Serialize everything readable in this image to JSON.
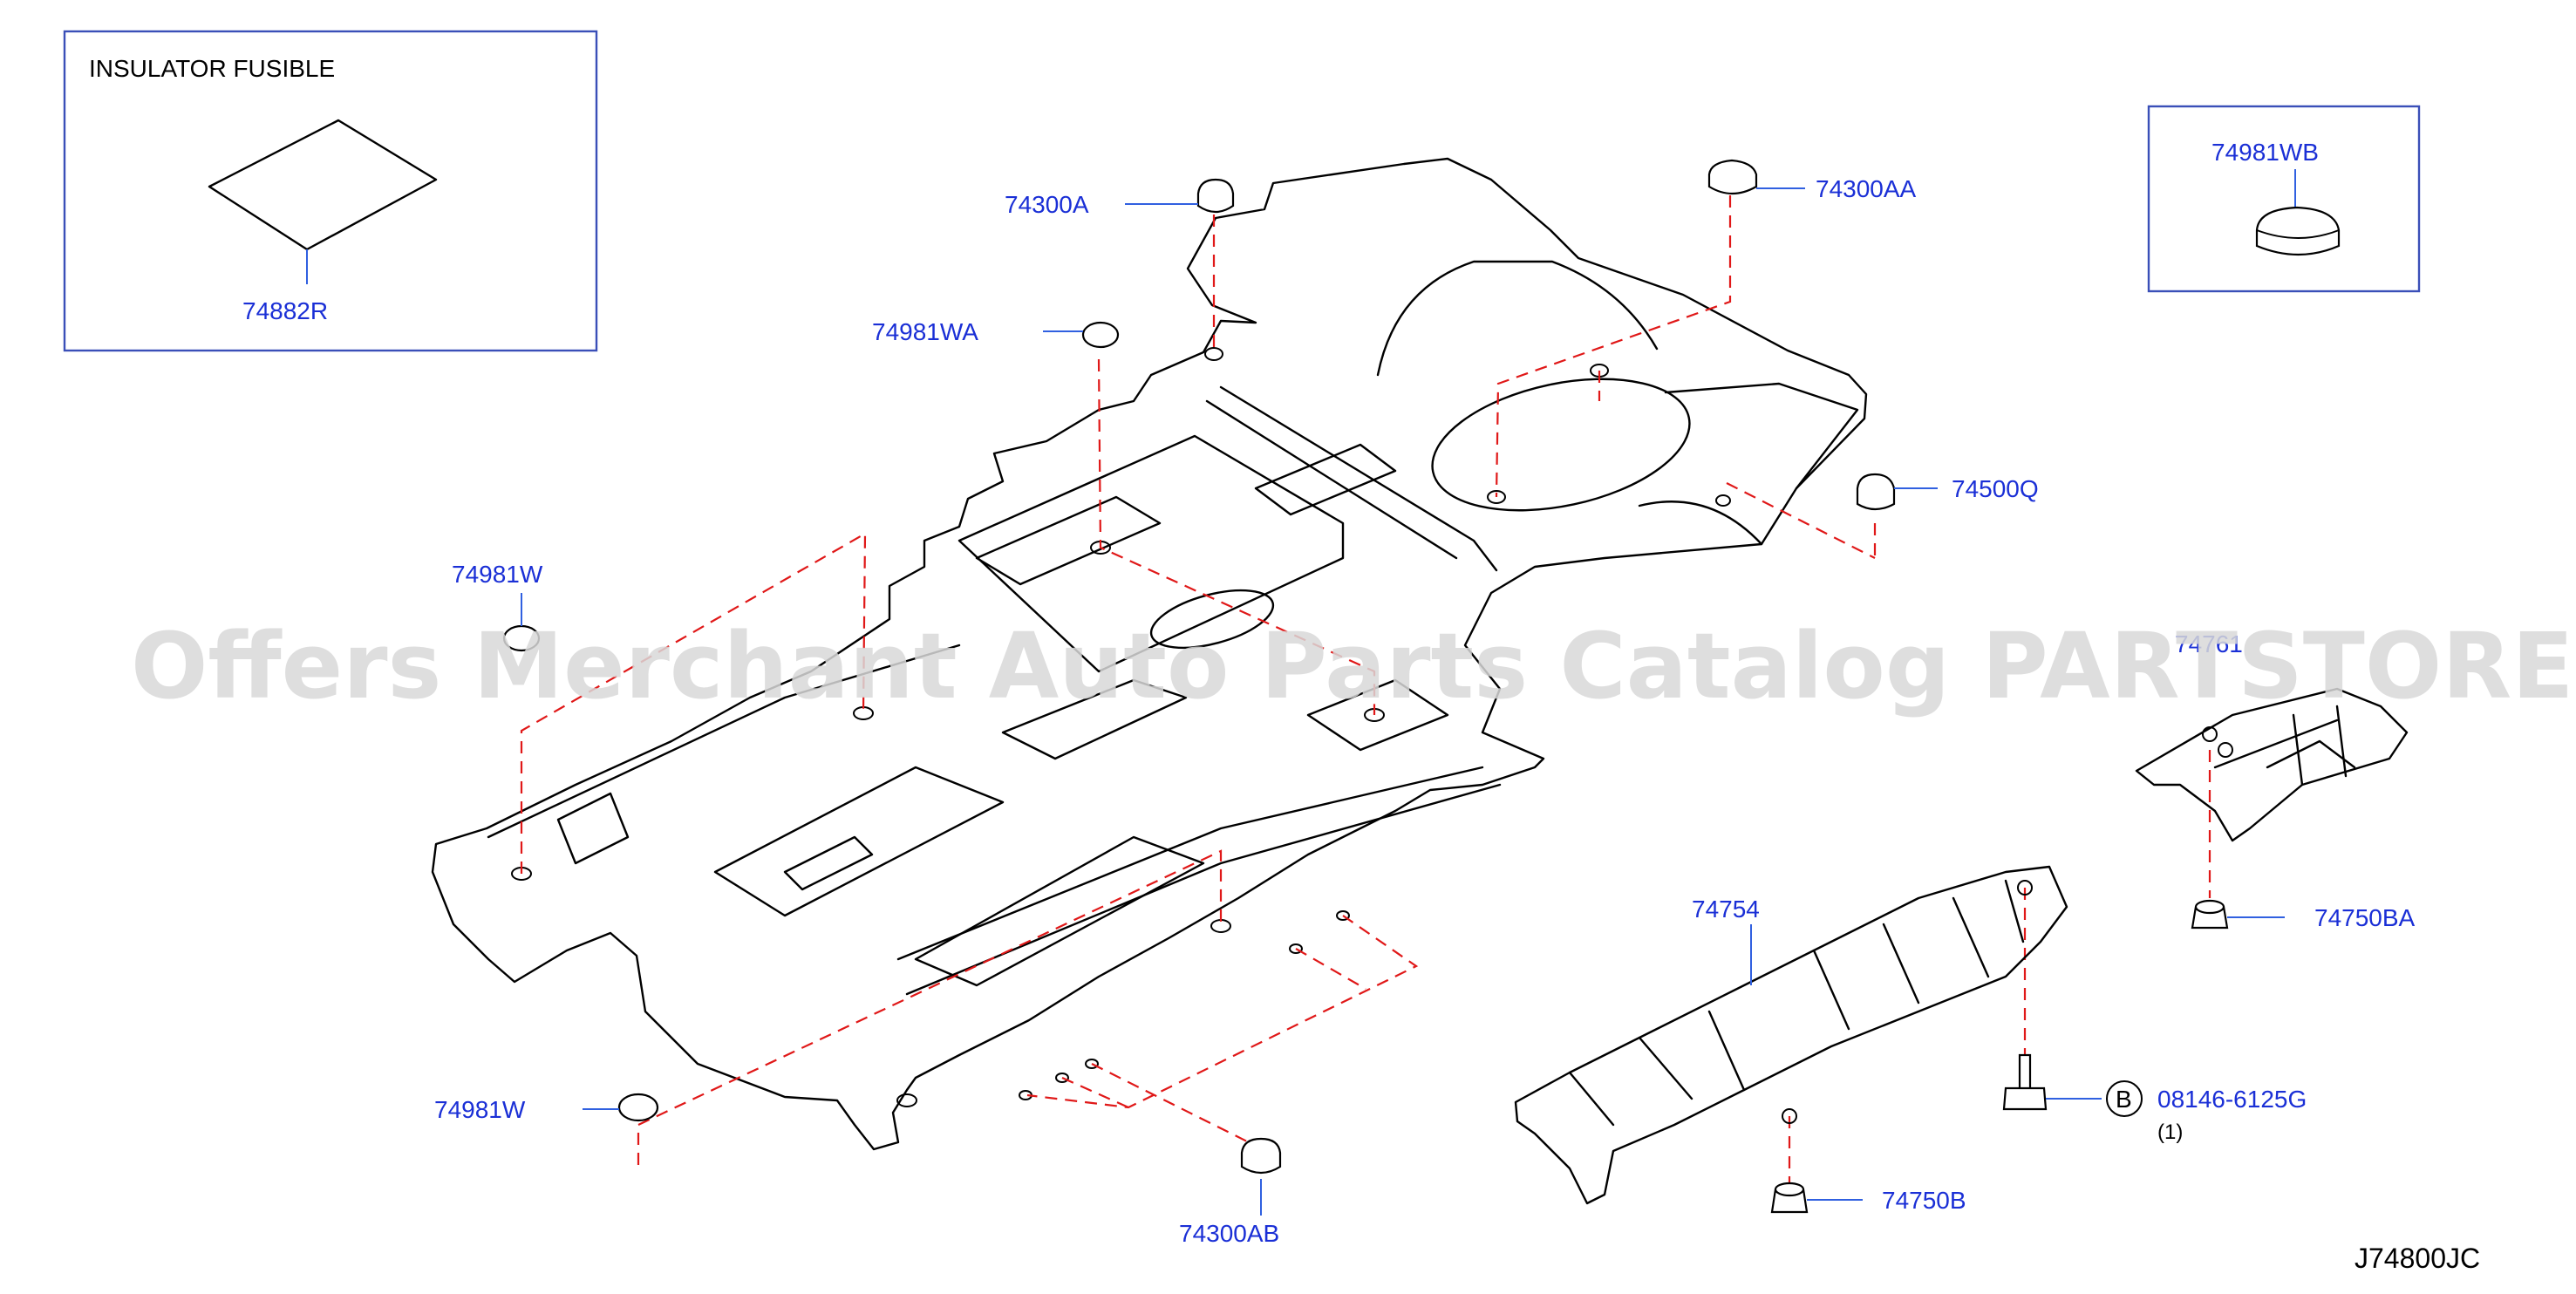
{
  "title_box": {
    "heading": "INSULATOR    FUSIBLE",
    "part": "74882R"
  },
  "inset_box": {
    "part": "74981WB"
  },
  "watermark": "Offers Merchant Auto Parts Catalog PARTSTORE SA",
  "diagram_code": "J74800JC",
  "parts": {
    "p74300A": "74300A",
    "p74300AA": "74300AA",
    "p74981WA": "74981WA",
    "p74500Q": "74500Q",
    "p74981W_upper": "74981W",
    "p74981W_lower": "74981W",
    "p74300AB": "74300AB",
    "p74761": "74761",
    "p74750BA": "74750BA",
    "p74754": "74754",
    "p74750B": "74750B",
    "bolt": "08146-6125G",
    "bolt_qty": "(1)",
    "bolt_marker": "B"
  }
}
